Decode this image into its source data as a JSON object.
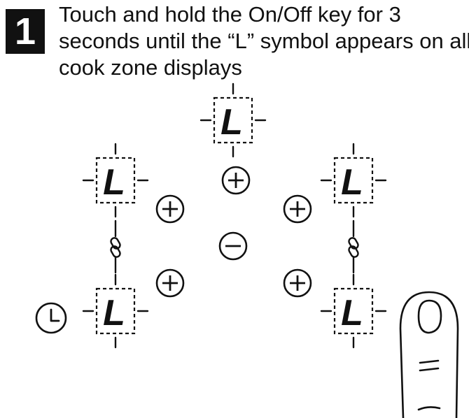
{
  "step": {
    "number": "1",
    "instruction_lines": [
      "Touch and hold the On/Off key for 3",
      "seconds until the “L” symbol appears on all",
      "cook zone displays"
    ]
  },
  "cook_zones": [
    {
      "name": "top-center",
      "symbol": "L"
    },
    {
      "name": "left-upper",
      "symbol": "L"
    },
    {
      "name": "right-upper",
      "symbol": "L"
    },
    {
      "name": "left-lower",
      "symbol": "L"
    },
    {
      "name": "right-lower",
      "symbol": "L"
    }
  ],
  "keys": {
    "plus_symbol": "+",
    "minus_symbol": "−"
  },
  "icons": {
    "timer": "clock-icon",
    "bridge": "link-chain-icon",
    "finger": "finger-press-icon"
  },
  "colors": {
    "ink": "#111111",
    "background": "#ffffff"
  }
}
